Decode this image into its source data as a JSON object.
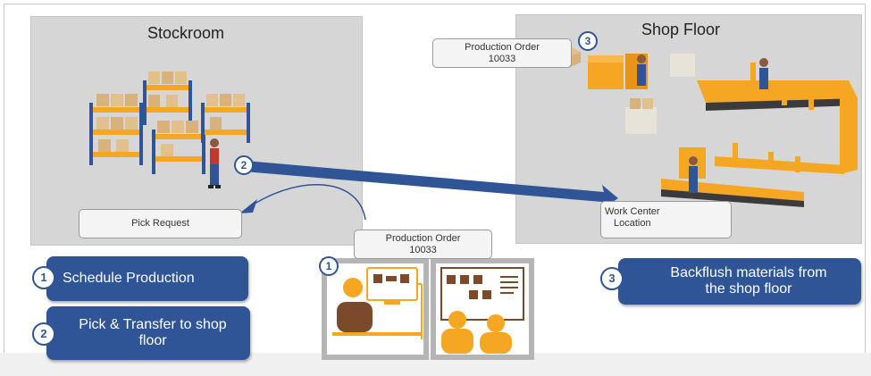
{
  "stockroom": {
    "title": "Stockroom"
  },
  "shop_floor": {
    "title": "Shop Floor"
  },
  "callouts": {
    "pick_request": "Pick Request",
    "production_order_top_line1": "Production Order",
    "production_order_top_line2": "10033",
    "production_order_mid_line1": "Production Order",
    "production_order_mid_line2": "10033",
    "work_center_line1": "Work Center",
    "work_center_line2": "Location"
  },
  "steps": {
    "step1_number": "1",
    "step1_label": "Schedule Production",
    "step2_number": "2",
    "step2_label_line1": "Pick & Transfer to shop",
    "step2_label_line2": "floor",
    "step3_number": "3",
    "step3_label_line1": "Backflush materials from",
    "step3_label_line2": "the shop floor"
  },
  "markers": {
    "arrow_number": "2",
    "order_number": "3",
    "planner_number": "1"
  },
  "colors": {
    "accent": "#2f5597",
    "orange": "#f5a623",
    "panel": "#d6d6d6",
    "worker": "#7a4a2a"
  }
}
